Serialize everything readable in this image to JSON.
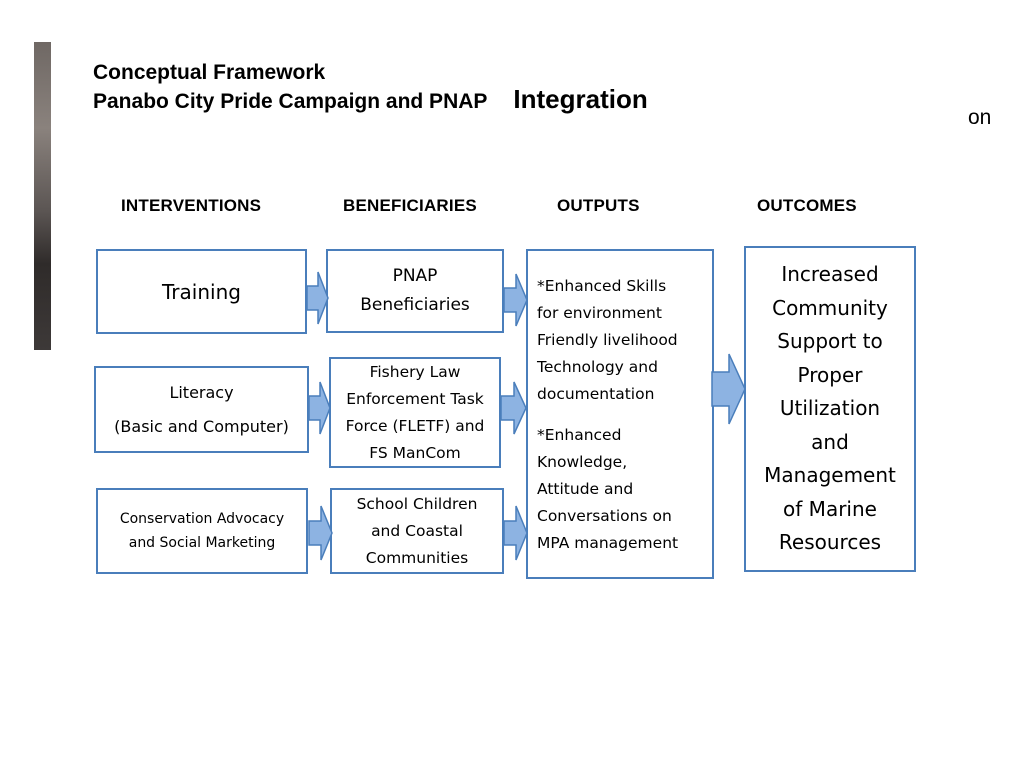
{
  "title": {
    "line1": "Conceptual Framework",
    "line2": "Panabo City Pride  Campaign and PNAP",
    "line2_big": "Integration",
    "on": "on"
  },
  "columns": {
    "interventions": "INTERVENTIONS",
    "beneficiaries": "BENEFICIARIES",
    "outputs": "OUTPUTS",
    "outcomes": "OUTCOMES"
  },
  "interventions": [
    {
      "text": "Training"
    },
    {
      "text": "Literacy\n\n(Basic and Computer)"
    },
    {
      "text": "Conservation Advocacy\nand Social Marketing"
    }
  ],
  "beneficiaries": [
    {
      "text": "PNAP\nBeneficiaries"
    },
    {
      "text": "Fishery Law\nEnforcement Task\nForce (FLETF) and\nFS ManCom"
    },
    {
      "text": "School Children\nand Coastal\nCommunities"
    }
  ],
  "outputs": {
    "item1": "*Enhanced Skills\nfor environment\nFriendly livelihood\nTechnology  and\ndocumentation",
    "item2": "*Enhanced\nKnowledge,\nAttitude and\nConversations on\nMPA management"
  },
  "outcomes": {
    "text": "Increased\nCommunity\nSupport to\nProper\nUtilization\nand\nManagement\nof Marine\nResources"
  },
  "colors": {
    "box_border": "#4a7ebb",
    "arrow_fill": "#8db3e2",
    "arrow_stroke": "#4a7ebb"
  }
}
